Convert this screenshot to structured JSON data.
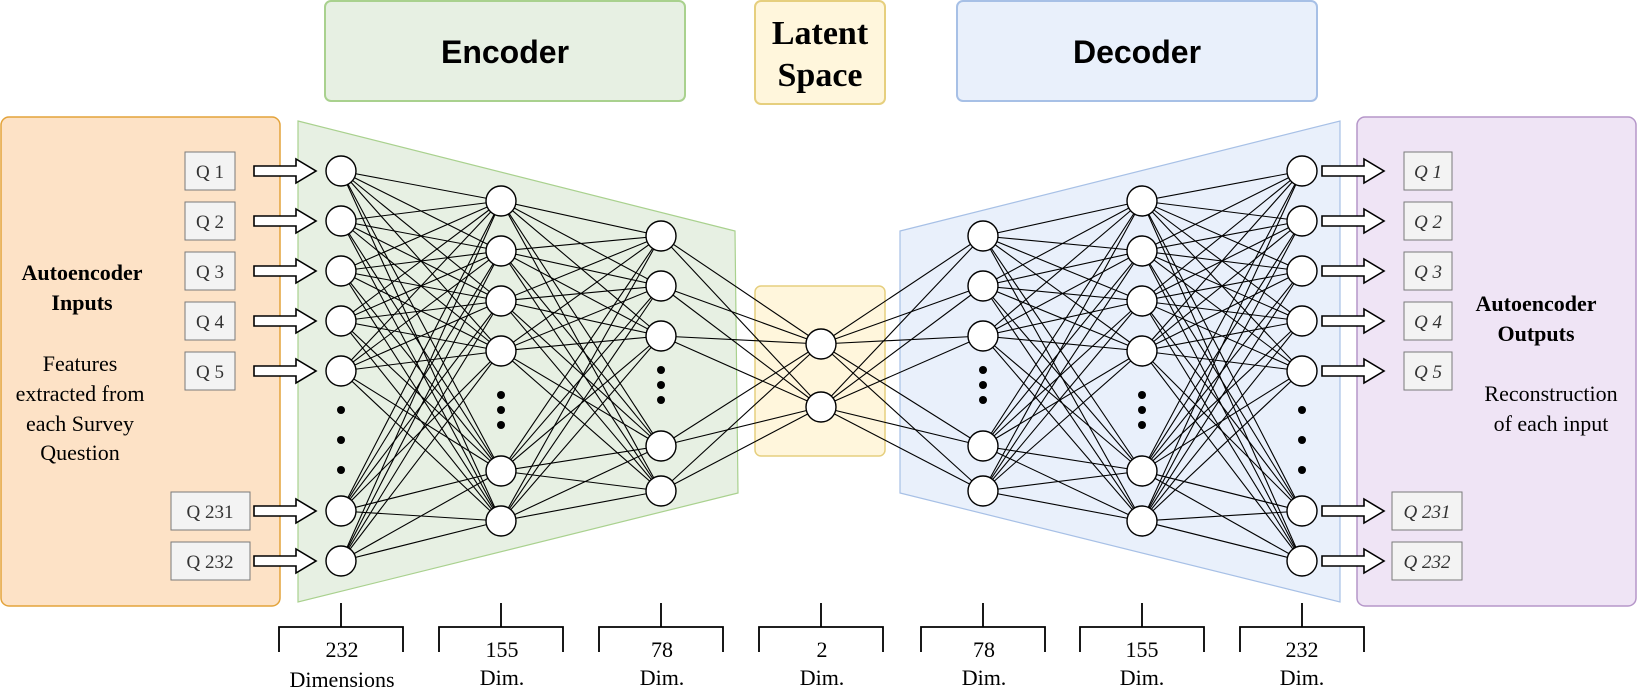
{
  "headers": {
    "encoder": "Encoder",
    "latent_line1": "Latent",
    "latent_line2": "Space",
    "decoder": "Decoder"
  },
  "inputs_panel": {
    "title_line1": "Autoencoder",
    "title_line2": "Inputs",
    "desc_lines": [
      "Features",
      "extracted from",
      "each Survey",
      "Question"
    ]
  },
  "outputs_panel": {
    "title_line1": "Autoencoder",
    "title_line2": "Outputs",
    "desc_lines": [
      "Reconstruction",
      "of each input"
    ]
  },
  "input_labels": [
    "Q 1",
    "Q 2",
    "Q 3",
    "Q 4",
    "Q 5",
    "Q 231",
    "Q 232"
  ],
  "output_labels": [
    "Q 1",
    "Q 2",
    "Q 3",
    "Q 4",
    "Q 5",
    "Q 231",
    "Q 232"
  ],
  "layer_dims": [
    {
      "value": "232",
      "unit": "Dimensions"
    },
    {
      "value": "155",
      "unit": "Dim."
    },
    {
      "value": "78",
      "unit": "Dim."
    },
    {
      "value": "2",
      "unit": "Dim."
    },
    {
      "value": "78",
      "unit": "Dim."
    },
    {
      "value": "155",
      "unit": "Dim."
    },
    {
      "value": "232",
      "unit": "Dim."
    }
  ],
  "colors": {
    "encoder_fill": "#e7f0e3",
    "encoder_stroke": "#a9d18e",
    "latent_fill": "#fff6dc",
    "latent_stroke": "#e6cf7e",
    "decoder_fill": "#e9f0fb",
    "decoder_stroke": "#a7c0e6",
    "inputs_fill": "#fde2c6",
    "inputs_stroke": "#e3a33a",
    "outputs_fill": "#efe4f5",
    "outputs_stroke": "#b596c9",
    "label_fill": "#f3f3f3",
    "label_stroke": "#7a7a7a"
  }
}
